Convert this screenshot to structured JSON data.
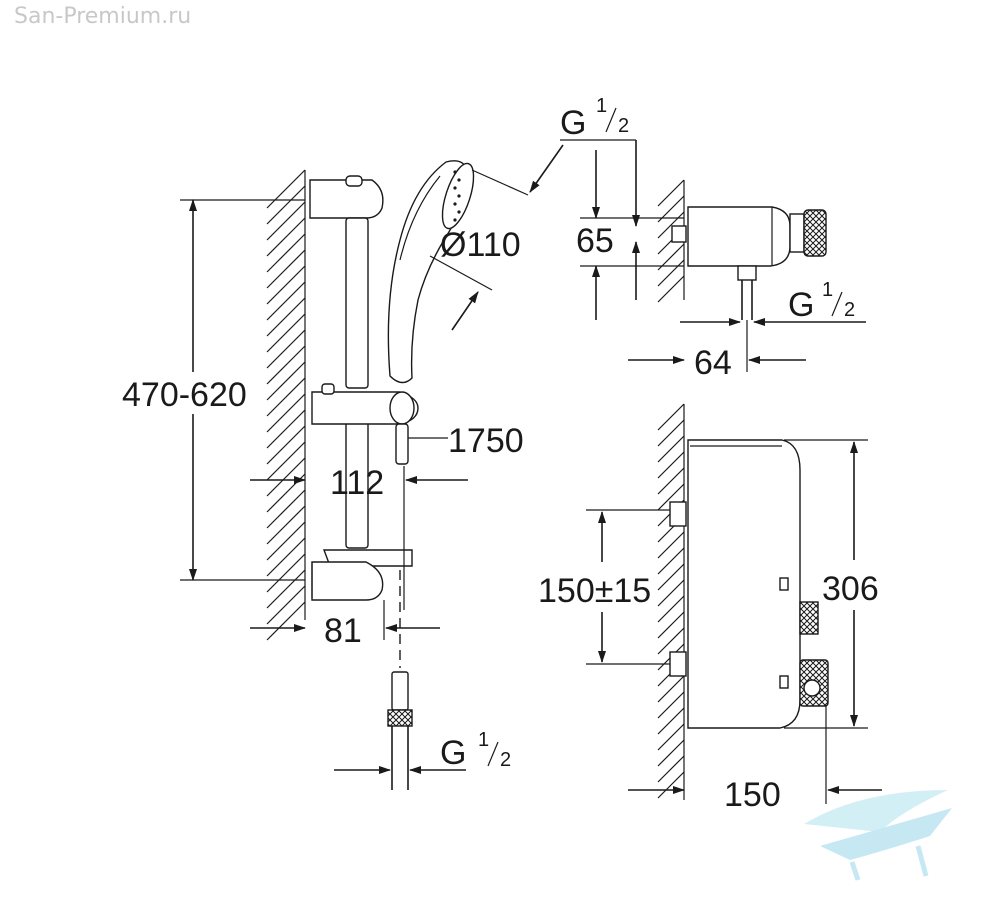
{
  "watermark": "San-Premium.ru",
  "rail_set": {
    "height_range": "470-620",
    "hose_length": "1750",
    "offset_112": "112",
    "depth_81": "81",
    "head_diameter": "Ø110",
    "hose_connection": {
      "letter": "G",
      "fraction_num": "1",
      "fraction_den": "2"
    }
  },
  "thermostat_side": {
    "inlet_connection": {
      "letter": "G",
      "fraction_num": "1",
      "fraction_den": "2"
    },
    "outlet_connection": {
      "letter": "G",
      "fraction_num": "1",
      "fraction_den": "2"
    },
    "height_65": "65",
    "depth_64": "64"
  },
  "thermostat_front": {
    "centers": "150±15",
    "height_306": "306",
    "depth_150": "150"
  },
  "logo": {
    "icon": "bathtub-logo-icon",
    "color": "#bfe6f2"
  }
}
